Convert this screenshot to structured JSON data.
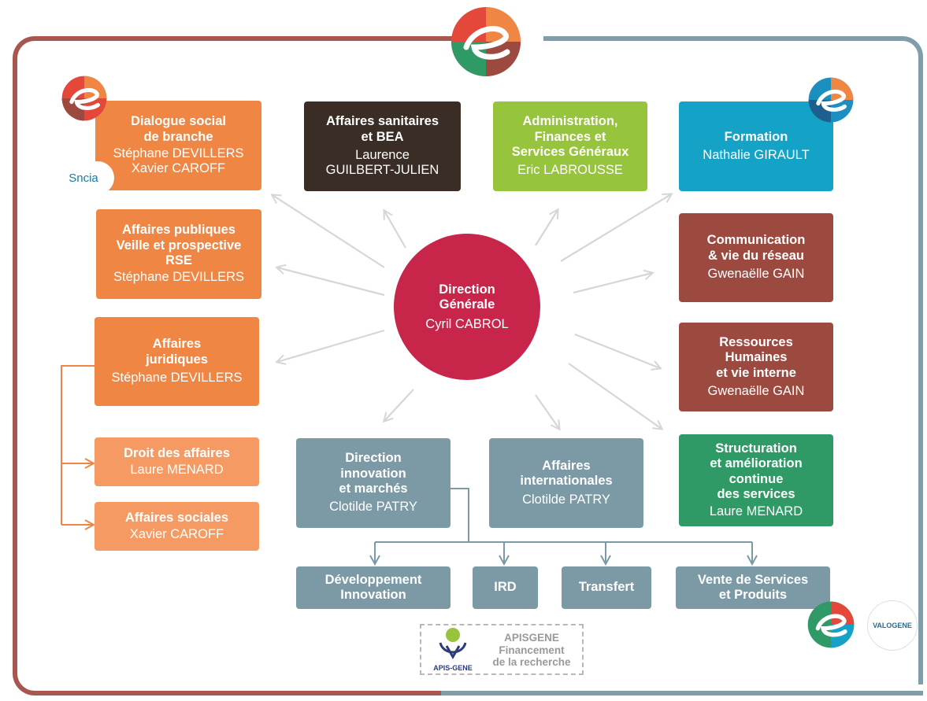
{
  "center": {
    "title": "Direction\nGénérale",
    "name": "Cyril CABROL",
    "color": "#c8254a"
  },
  "boxes": {
    "dialogue": {
      "title": "Dialogue social\nde branche",
      "names": "Stéphane DEVILLERS\nXavier CAROFF"
    },
    "publiques": {
      "title": "Affaires publiques\nVeille et prospective\nRSE",
      "names": "Stéphane DEVILLERS"
    },
    "juridiques": {
      "title": "Affaires\njuridiques",
      "names": "Stéphane DEVILLERS"
    },
    "droit": {
      "title": "Droit des affaires",
      "names": "Laure MENARD"
    },
    "sociales": {
      "title": "Affaires sociales",
      "names": "Xavier CAROFF"
    },
    "sanitaires": {
      "title": "Affaires sanitaires\net BEA",
      "names": "Laurence\nGUILBERT-JULIEN"
    },
    "administration": {
      "title": "Administration,\nFinances et\nServices Généraux",
      "names": "Eric LABROUSSE"
    },
    "formation": {
      "title": "Formation",
      "names": "Nathalie GIRAULT"
    },
    "communication": {
      "title": "Communication\n& vie du réseau",
      "names": "Gwenaëlle GAIN"
    },
    "rh": {
      "title": "Ressources\nHumaines\net vie interne",
      "names": "Gwenaëlle GAIN"
    },
    "structuration": {
      "title": "Structuration\net amélioration\ncontinue\ndes services",
      "names": "Laure MENARD"
    },
    "innovation": {
      "title": "Direction\ninnovation\net marchés",
      "names": "Clotilde PATRY"
    },
    "internationales": {
      "title": "Affaires\ninternationales",
      "names": "Clotilde PATRY"
    },
    "developpement": {
      "title": "Développement\nInnovation"
    },
    "ird": {
      "title": "IRD"
    },
    "transfert": {
      "title": "Transfert"
    },
    "vente": {
      "title": "Vente de Services\net Produits"
    }
  },
  "apisgene": {
    "text": "APISGENE\nFinancement\nde la recherche",
    "logo_label": "APIS-GENE"
  },
  "logos": {
    "sncia": "Sncia",
    "valogene": "VALOGENE"
  },
  "colors": {
    "orange": "#f08644",
    "dark": "#3a2d26",
    "green": "#96c43c",
    "blue": "#14a3c7",
    "rust": "#9c4a40",
    "teal_green": "#2f9a66",
    "slate": "#7b9aa6",
    "frame_left": "#a85750",
    "frame_right": "#7f9dab"
  }
}
